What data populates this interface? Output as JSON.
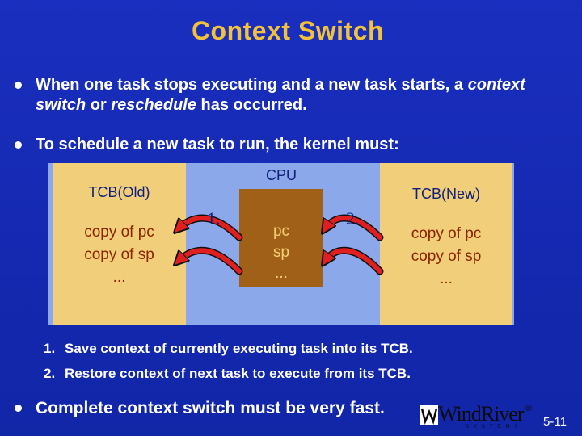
{
  "slide": {
    "title": "Context Switch",
    "bullets": [
      {
        "text_a": "When one task stops executing and a new task starts, a ",
        "text_b_italic": "context switch",
        "text_c": " or ",
        "text_d_italic": "reschedule",
        "text_e": " has occurred."
      },
      {
        "text": "To schedule a new task to run, the kernel must:"
      },
      {
        "text": "Complete context switch must be very fast."
      }
    ]
  },
  "diagram": {
    "tcb_old": {
      "label": "TCB(Old)",
      "field1": "copy of pc",
      "field2": "copy of sp",
      "field3": "..."
    },
    "cpu": {
      "label": "CPU",
      "field1": "pc",
      "field2": "sp",
      "field3": "..."
    },
    "tcb_new": {
      "label": "TCB(New)",
      "field1": "copy of pc",
      "field2": "copy of sp",
      "field3": "..."
    },
    "step1_marker": "1.",
    "step2_marker": "2."
  },
  "steps": [
    {
      "num": "1.",
      "text": "Save context of currently executing task into its TCB."
    },
    {
      "num": "2.",
      "text": "Restore context of next task to execute from its TCB."
    }
  ],
  "footer": {
    "logo_text": "WindRiver",
    "logo_reg": "®",
    "logo_sub": "SYSTEMS",
    "page_number": "5-11"
  },
  "colors": {
    "background": "#1428b0",
    "title": "#f2c23a",
    "tcb_fill": "#f1cf7a",
    "cpu_fill": "#a06018",
    "diagram_backdrop": "#8aa8ea",
    "arrow_fill": "#e02020"
  }
}
